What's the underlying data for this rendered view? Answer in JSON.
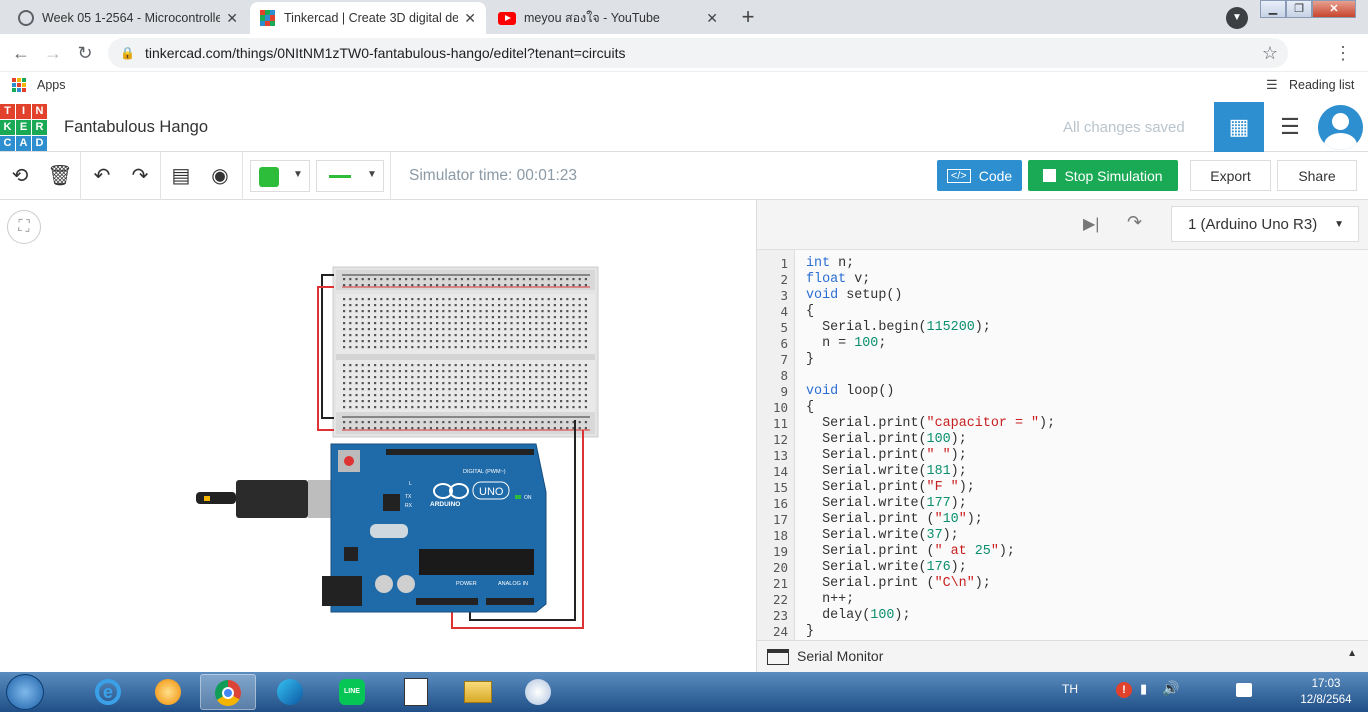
{
  "browser": {
    "tabs": [
      {
        "title": "Week 05 1-2564 - Microcontrolle",
        "close": "✕"
      },
      {
        "title": "Tinkercad | Create 3D digital des",
        "close": "✕"
      },
      {
        "title": "meyou สองใจ - YouTube",
        "close": "✕"
      }
    ],
    "new_tab": "+",
    "url": "tinkercad.com/things/0NItNM1zTW0-fantabulous-hango/editel?tenant=circuits",
    "bookmarks": {
      "apps": "Apps",
      "reading_list": "Reading list"
    }
  },
  "header": {
    "logo_letters": [
      "T",
      "I",
      "N",
      "K",
      "E",
      "R",
      "C",
      "A",
      "D"
    ],
    "logo_colors": [
      "#e2412b",
      "#e2412b",
      "#e2412b",
      "#1aaa55",
      "#1aaa55",
      "#1aaa55",
      "#2d8fcf",
      "#2d8fcf",
      "#2d8fcf"
    ],
    "project_name": "Fantabulous Hango",
    "save_status": "All changes saved"
  },
  "toolbar": {
    "sim_time": "Simulator time: 00:01:23",
    "code_label": "Code",
    "stop_label": "Stop Simulation",
    "export_label": "Export",
    "share_label": "Share",
    "fill_color": "#2dbd3a"
  },
  "code_panel": {
    "device": "1 (Arduino Uno R3)",
    "serial_monitor": "Serial Monitor",
    "lines": [
      "int n;",
      "float v;",
      "void setup()",
      "{",
      "  Serial.begin(115200);",
      "  n = 100;",
      "}",
      "",
      "void loop()",
      "{",
      "  Serial.print(\"capacitor = \");",
      "  Serial.print(100);",
      "  Serial.print(\" \");",
      "  Serial.write(181);",
      "  Serial.print(\"F \");",
      "  Serial.write(177);",
      "  Serial.print (\"10\");",
      "  Serial.write(37);",
      "  Serial.print (\" at 25\");",
      "  Serial.write(176);",
      "  Serial.print (\"C\\n\");",
      "  n++;",
      "  delay(100);",
      "}"
    ]
  },
  "board": {
    "arduino_label": "ARDUINO",
    "uno_label": "UNO",
    "digital_label": "DIGITAL (PWM~)",
    "power_label": "POWER",
    "analog_label": "ANALOG IN",
    "tx_label": "TX",
    "rx_label": "RX",
    "l_label": "L",
    "on_label": "ON"
  },
  "taskbar": {
    "lang": "TH",
    "time": "17:03",
    "date": "12/8/2564"
  }
}
